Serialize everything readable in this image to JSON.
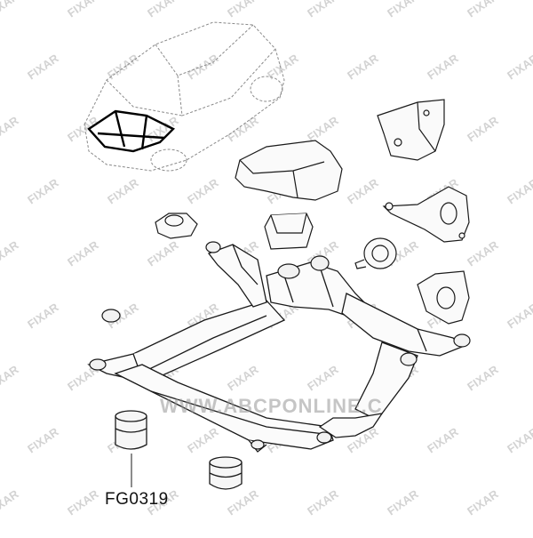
{
  "part_code": "FG0319",
  "watermarks": {
    "brand": "FIXAR",
    "site": "WWW.ABCPONLINE.C"
  },
  "colors": {
    "line": "#1a1a1a",
    "highlight": "#000000",
    "watermark": "#b9b9b9"
  }
}
